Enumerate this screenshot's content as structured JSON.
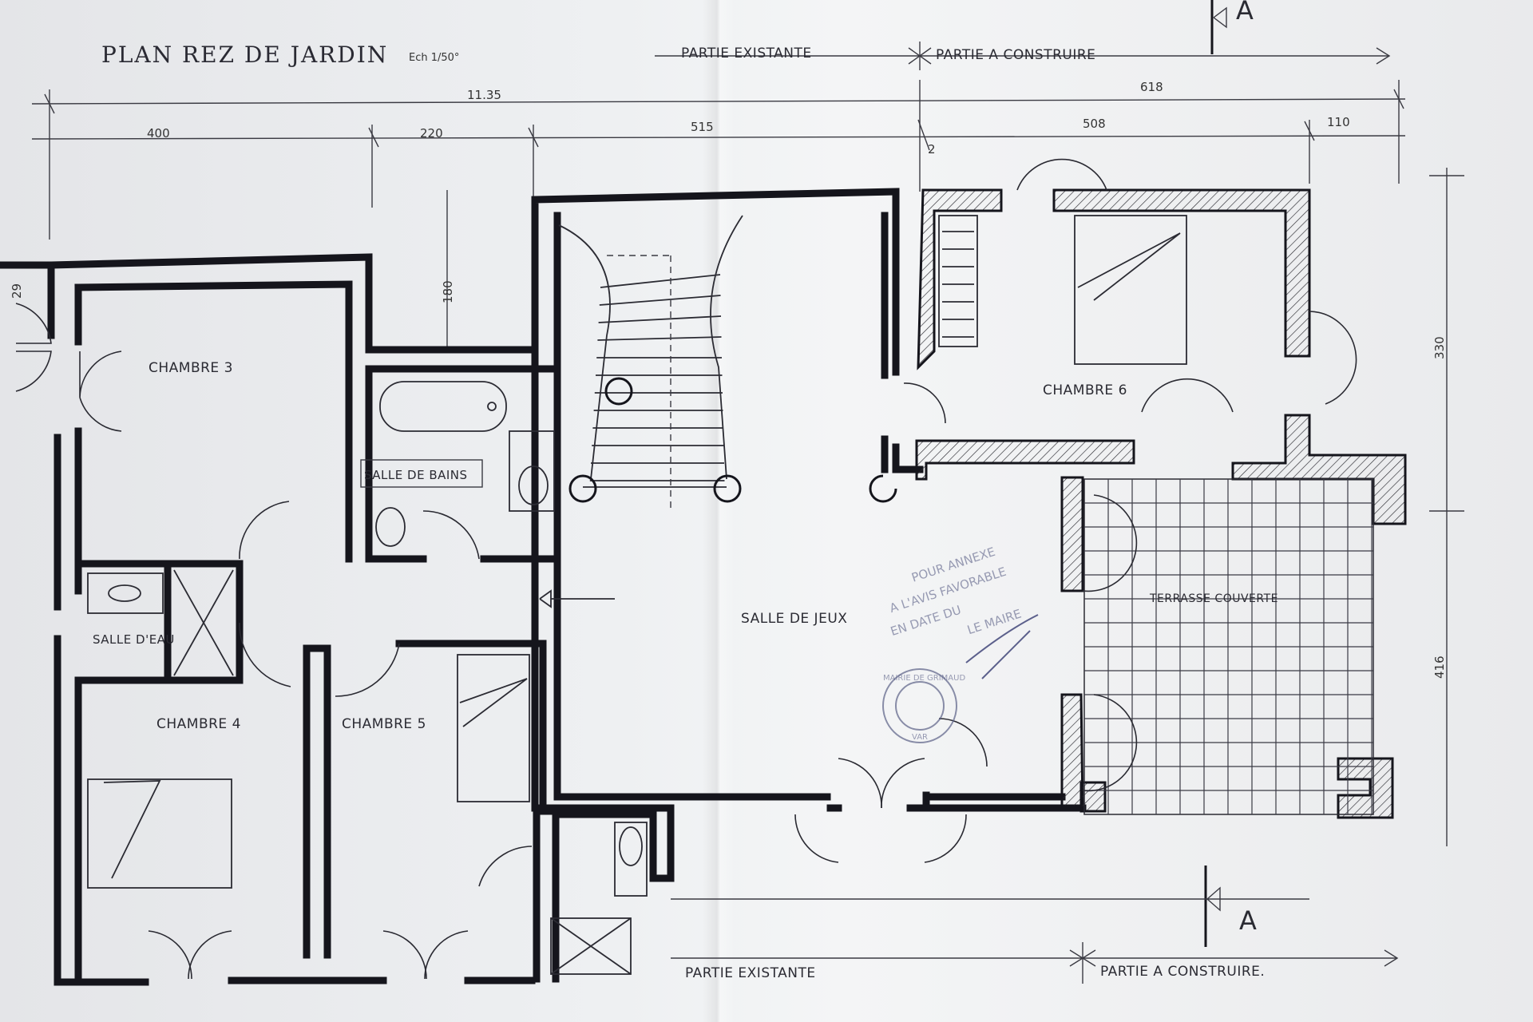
{
  "title": "PLAN REZ DE JARDIN",
  "scale": "Ech 1/50°",
  "zones": {
    "existing_top": "PARTIE EXISTANTE",
    "new_top": "PARTIE A CONSTRUIRE",
    "existing_bottom": "PARTIE EXISTANTE",
    "new_bottom": "PARTIE A CONSTRUIRE."
  },
  "section_mark": "A",
  "dimensions": {
    "total_existing": "11.35",
    "total_new": "618",
    "seg_1": "400",
    "seg_2": "220",
    "seg_3": "515",
    "seg_4": "2",
    "seg_5": "508",
    "seg_6": "110",
    "v_180": "180",
    "v_29": "29",
    "v_330": "330",
    "v_416": "416"
  },
  "rooms": {
    "chambre_3": "CHAMBRE 3",
    "salle_de_bains": "SALLE DE BAINS",
    "salle_deau": "SALLE D'EAU",
    "chambre_4": "CHAMBRE 4",
    "chambre_5": "CHAMBRE 5",
    "salle_de_jeux": "SALLE DE JEUX",
    "chambre_6": "CHAMBRE 6",
    "terrasse": "TERRASSE COUVERTE"
  },
  "stamp": {
    "l1": "POUR ANNEXE",
    "l2": "A L'AVIS FAVORABLE",
    "l3": "EN DATE DU",
    "l4": "LE MAIRE",
    "seal": "MAIRIE DE GRIMAUD",
    "seal_sub": "VAR"
  }
}
